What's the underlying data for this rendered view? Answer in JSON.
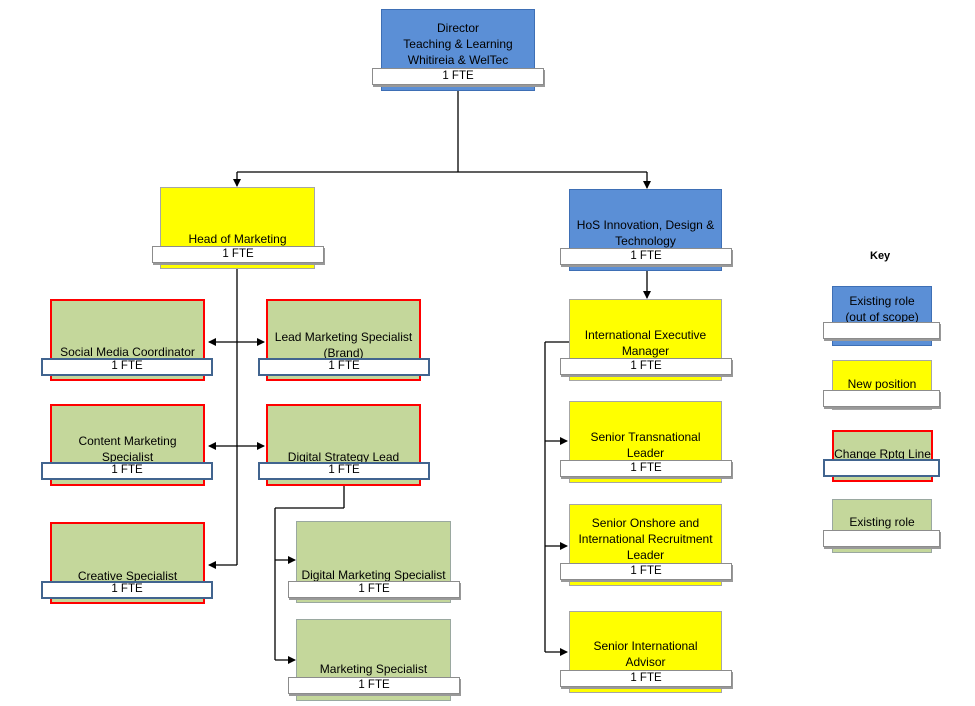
{
  "director": {
    "title_line1": "Director",
    "title_line2": "Teaching & Learning",
    "title_line3": "Whitireia & WelTec",
    "fte": "1 FTE"
  },
  "head_marketing": {
    "title": "Head of Marketing",
    "fte": "1 FTE"
  },
  "hos": {
    "title_line1": "HoS Innovation, Design &",
    "title_line2": "Technology",
    "fte": "1 FTE"
  },
  "social_media": {
    "title": "Social Media Coordinator",
    "fte": "1 FTE"
  },
  "lead_marketing": {
    "title_line1": "Lead Marketing Specialist",
    "title_line2": "(Brand)",
    "fte": "1 FTE"
  },
  "content_marketing": {
    "title_line1": "Content Marketing",
    "title_line2": "Specialist",
    "fte": "1 FTE"
  },
  "digital_strategy": {
    "title": "Digital Strategy Lead",
    "fte": "1 FTE"
  },
  "creative": {
    "title": "Creative Specialist",
    "fte": "1 FTE"
  },
  "digital_marketing": {
    "title": "Digital Marketing Specialist",
    "fte": "1 FTE"
  },
  "marketing_specialist": {
    "title": "Marketing Specialist",
    "fte": "1 FTE"
  },
  "intl_exec": {
    "title_line1": "International Executive",
    "title_line2": "Manager",
    "fte": "1 FTE"
  },
  "senior_transnational": {
    "title_line1": "Senior Transnational",
    "title_line2": "Leader",
    "fte": "1 FTE"
  },
  "senior_onshore": {
    "title_line1": "Senior Onshore and",
    "title_line2": "International Recruitment",
    "title_line3": "Leader",
    "fte": "1 FTE"
  },
  "senior_intl_advisor": {
    "title_line1": "Senior International",
    "title_line2": "Advisor",
    "fte": "1 FTE"
  },
  "key": {
    "heading": "Key",
    "existing_out_of_scope_line1": "Existing role",
    "existing_out_of_scope_line2": "(out of scope)",
    "new_position": "New position",
    "change_rptg_line": "Change Rptg Line",
    "existing_role": "Existing role"
  },
  "colors": {
    "existing_out_of_scope": "#5b8fd6",
    "new_position": "#ffff00",
    "existing_role": "#c4d79b",
    "change_border": "#ff0000"
  }
}
